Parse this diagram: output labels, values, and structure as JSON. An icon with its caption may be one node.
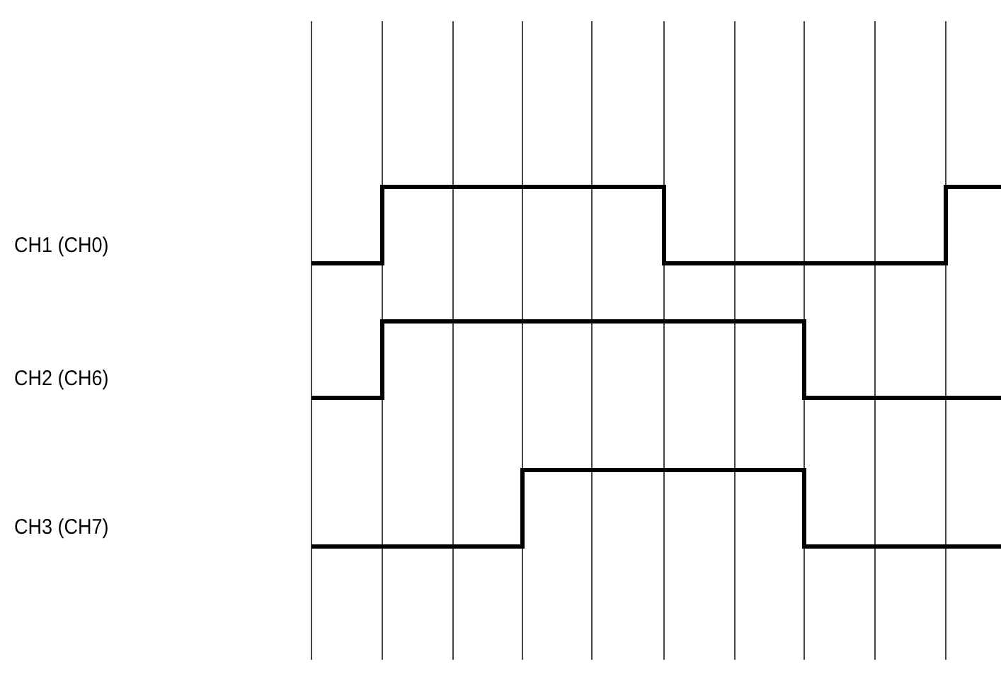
{
  "diagram": {
    "labels": [
      "CH1 (CH0)",
      "CH2 (CH6)",
      "CH3 (CH7)"
    ]
  }
}
